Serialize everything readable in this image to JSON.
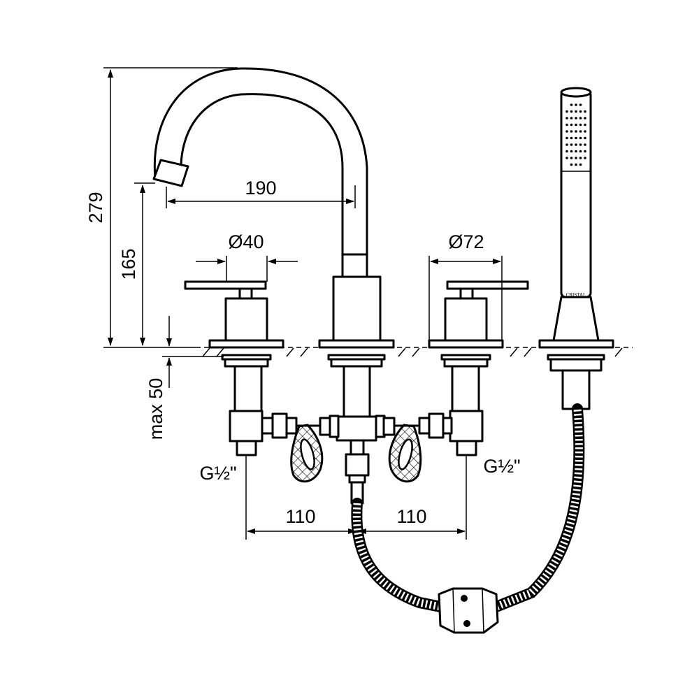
{
  "dimensions": {
    "spout_reach": "190",
    "lever_diameter": "Ø40",
    "flange_diameter": "Ø72",
    "overall_height": "279",
    "spout_height": "165",
    "deck_thickness": "max 50",
    "spacing_left": "110",
    "spacing_right": "110"
  },
  "connections": {
    "left_thread": "G½\"",
    "right_thread": "G½\""
  },
  "handshower": {
    "brand_mark": "CRISTAL"
  }
}
